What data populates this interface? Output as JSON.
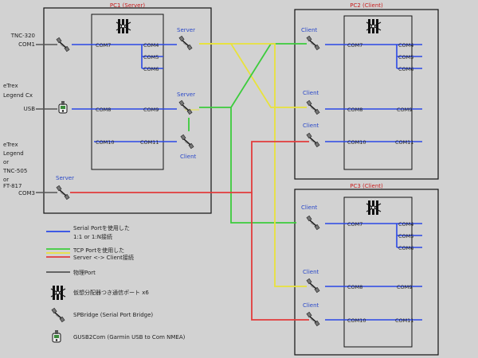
{
  "pc1": {
    "title": "PC1 (Server)"
  },
  "pc2": {
    "title": "PC2 (Client)"
  },
  "pc3": {
    "title": "PC3 (Client)"
  },
  "devices": [
    {
      "lines": [
        "TNC-320",
        "COM1"
      ]
    },
    {
      "lines": [
        "eTrex",
        "Legend Cx",
        "USB"
      ]
    },
    {
      "lines": [
        "eTrex",
        "Legend",
        "or",
        "TNC-505",
        "or",
        "FT-817",
        "COM3"
      ]
    }
  ],
  "ports": {
    "pc1_com7": "COM7",
    "pc1_com4": "COM4",
    "pc1_com5": "COM5",
    "pc1_com6": "COM6",
    "pc1_com8": "COM8",
    "pc1_com9": "COM9",
    "pc1_com10": "COM10",
    "pc1_com11": "COM11",
    "pc2_com7": "COM7",
    "pc2_com4": "COM4",
    "pc2_com5": "COM5",
    "pc2_com6": "COM6",
    "pc2_com8": "COM8",
    "pc2_com9": "COM9",
    "pc2_com10": "COM10",
    "pc2_com11": "COM11",
    "pc3_com7": "COM7",
    "pc3_com4": "COM4",
    "pc3_com5": "COM5",
    "pc3_com6": "COM6",
    "pc3_com8": "COM8",
    "pc3_com9": "COM9",
    "pc3_com10": "COM10",
    "pc3_com11": "COM11"
  },
  "roles": {
    "server": "Server",
    "client": "Client"
  },
  "legend": {
    "blue": [
      "Serial Portを使用した",
      "1:1 or 1:N接続"
    ],
    "yellow_green": [
      "TCP Portを使用した"
    ],
    "red": [
      "Server <-> Client接続"
    ],
    "gray": [
      "物理Port"
    ],
    "vcom": "仮想分配器つき通信ポート x6",
    "spbridge": "SPBridge (Serial Port Bridge)",
    "gusb": "GUSB2Com (Garmin USB to Com NMEA)"
  },
  "colors": {
    "blue": "#2a48e6",
    "yellow": "#e8e23c",
    "green": "#3ccc3c",
    "red": "#e23c3c",
    "gray": "#555555"
  }
}
